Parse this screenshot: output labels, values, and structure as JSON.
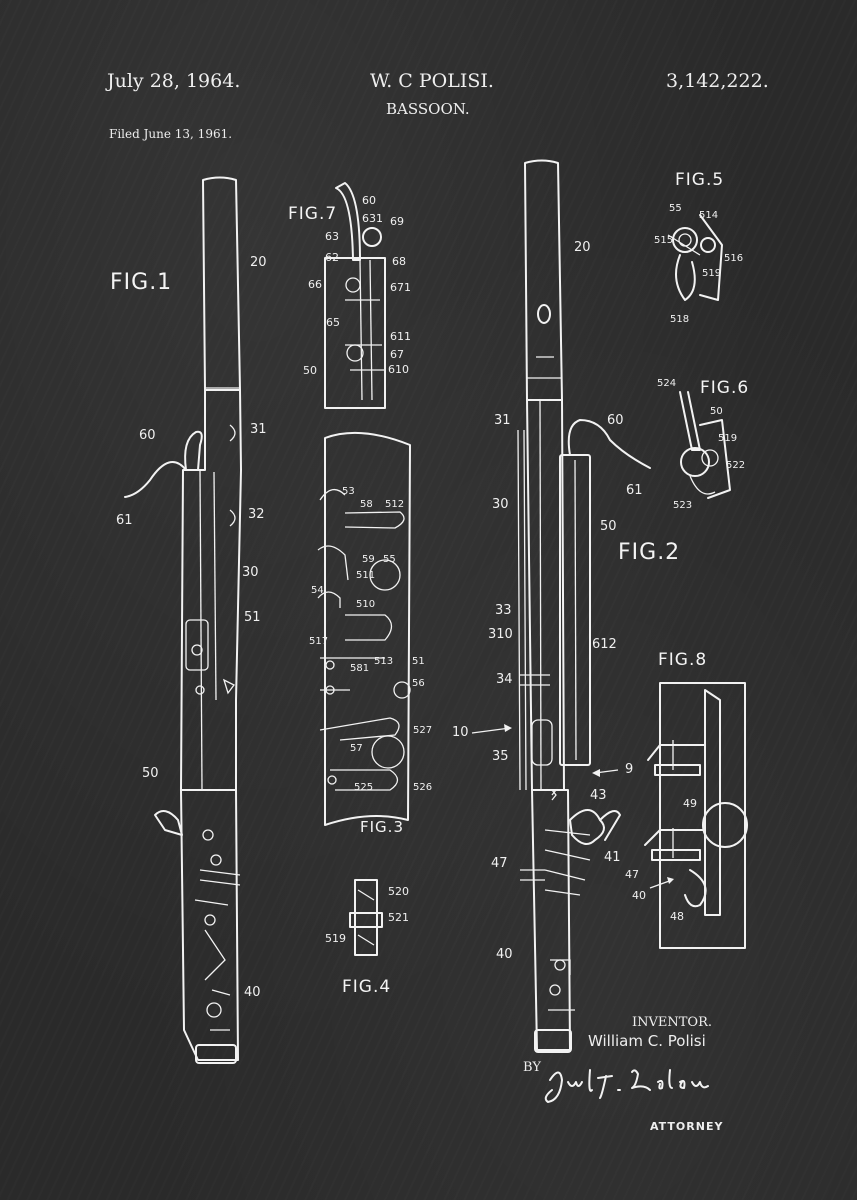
{
  "header": {
    "date": "July 28, 1964.",
    "inventor_name": "W. C POLISI.",
    "title": "BASSOON.",
    "patent_number": "3,142,222.",
    "filed": "Filed June 13, 1961."
  },
  "figures": {
    "fig1": "FIG.1",
    "fig2": "FIG.2",
    "fig3": "FIG.3",
    "fig4": "FIG.4",
    "fig5": "FIG.5",
    "fig6": "FIG.6",
    "fig7": "FIG.7",
    "fig8": "FIG.8"
  },
  "labels": {
    "fig1": [
      "20",
      "31",
      "60",
      "61",
      "32",
      "30",
      "51",
      "50",
      "40"
    ],
    "fig2": [
      "20",
      "31",
      "60",
      "61",
      "30",
      "50",
      "33",
      "310",
      "612",
      "34",
      "10",
      "35",
      "9",
      "43",
      "41",
      "47",
      "40"
    ],
    "fig3": [
      "53",
      "58",
      "512",
      "59",
      "55",
      "511",
      "54",
      "510",
      "517",
      "513",
      "51",
      "581",
      "56",
      "527",
      "57",
      "525",
      "526"
    ],
    "fig4": [
      "520",
      "521",
      "519"
    ],
    "fig5": [
      "55",
      "514",
      "515",
      "516",
      "519",
      "518"
    ],
    "fig6": [
      "524",
      "50",
      "519",
      "522",
      "523"
    ],
    "fig7": [
      "60",
      "631",
      "69",
      "63",
      "62",
      "68",
      "66",
      "671",
      "65",
      "611",
      "67",
      "50",
      "610"
    ],
    "fig8": [
      "49",
      "47",
      "40",
      "48"
    ]
  },
  "signature": {
    "inventor_label": "INVENTOR.",
    "inventor": "William C. Polisi",
    "by": "BY",
    "attorney_label": "ATTORNEY"
  }
}
